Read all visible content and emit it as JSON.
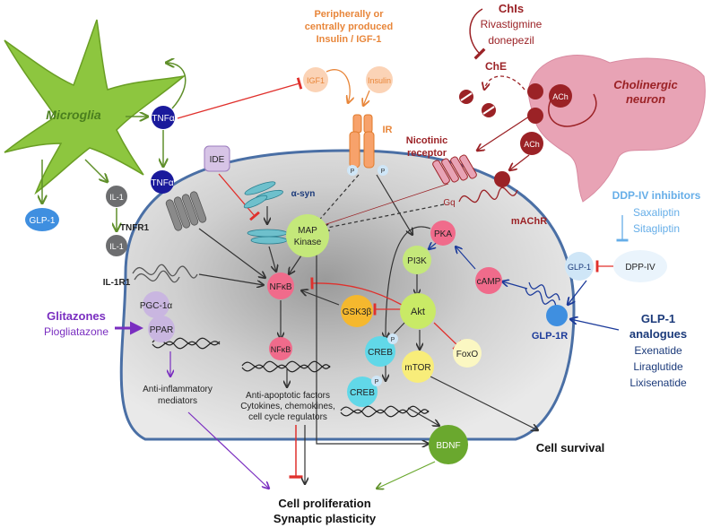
{
  "colors": {
    "microglia_fill": "#8dc63f",
    "microglia_text": "#4a7f1e",
    "tnf": "#1a1a9c",
    "glp1": "#3f8fe0",
    "il1": "#6d6e70",
    "ide": "#7a4fa0",
    "insulin": "#f7a26b",
    "ir": "#f28c3b",
    "cholinergic": "#e8a3b5",
    "ache": "#9b2226",
    "red_inhibit": "#e0302c",
    "nfkb": "#f06b8b",
    "mapk": "#c4e87a",
    "gsk": "#f5b82e",
    "akt": "#c9ea66",
    "cyan": "#61d8e8",
    "mtor": "#f8ed7a",
    "foxo": "#fbf7c2",
    "bdnf": "#6aa82e",
    "pgc": "#b69ad2",
    "glitazones": "#7a2ec0",
    "ddp": "#66aee8",
    "glp_analogues": "#1b3a7a",
    "cell_fill": "#dadada",
    "cell_border": "#4a6fa5"
  },
  "labels": {
    "microglia": "Microglia",
    "tnf_alpha": "TNFα",
    "glp1": "GLP-1",
    "il1": "IL-1",
    "tnfr1": "TNFR1",
    "il1r1": "IL-1R1",
    "ide": "IDE",
    "alpha_syn": "α-syn",
    "insulin_source_1": "Peripherally or",
    "insulin_source_2": "centrally produced",
    "insulin_source_3": "Insulin / IGF-1",
    "igf1": "IGF1",
    "insulin": "Insulin",
    "ir": "IR",
    "p": "P",
    "chis_title": "ChIs",
    "rivastigmine": "Rivastigmine",
    "donepezil": "donepezil",
    "che": "ChE",
    "ach": "ACh",
    "cholinergic_1": "Cholinergic",
    "cholinergic_2": "neuron",
    "nicotinic_1": "Nicotinic",
    "nicotinic_2": "receptor",
    "gq": "Gq",
    "machr": "mAChR",
    "ddp_title": "DDP-IV inhibitors",
    "saxagliptin": "Saxaliptin",
    "sitagliptin": "Sitagliptin",
    "dpp_iv": "DPP-IV",
    "glp1r": "GLP-1R",
    "analogues_1": "GLP-1",
    "analogues_2": "analogues",
    "exenatide": "Exenatide",
    "liraglutide": "Liraglutide",
    "lixisenatide": "Lixisenatide",
    "map_1": "MAP",
    "map_2": "Kinase",
    "pka": "PKA",
    "pi3k": "PI3K",
    "camp": "cAMP",
    "nfkb": "NFκB",
    "gsk3b": "GSK3β",
    "akt": "Akt",
    "creb": "CREB",
    "foxo": "FoxO",
    "mtor": "mTOR",
    "pgc1a": "PGC-1α",
    "ppar": "PPAR",
    "glitazones": "Glitazones",
    "pioglitazone": "Piogliatazone",
    "anti_inf_1": "Anti-inflammatory",
    "anti_inf_2": "mediators",
    "anti_apop_1": "Anti-apoptotic factors",
    "anti_apop_2": "Cytokines, chemokines,",
    "anti_apop_3": "cell cycle regulators",
    "bdnf": "BDNF",
    "cell_survival": "Cell survival",
    "prolif_1": "Cell proliferation",
    "prolif_2": "Synaptic plasticity"
  }
}
